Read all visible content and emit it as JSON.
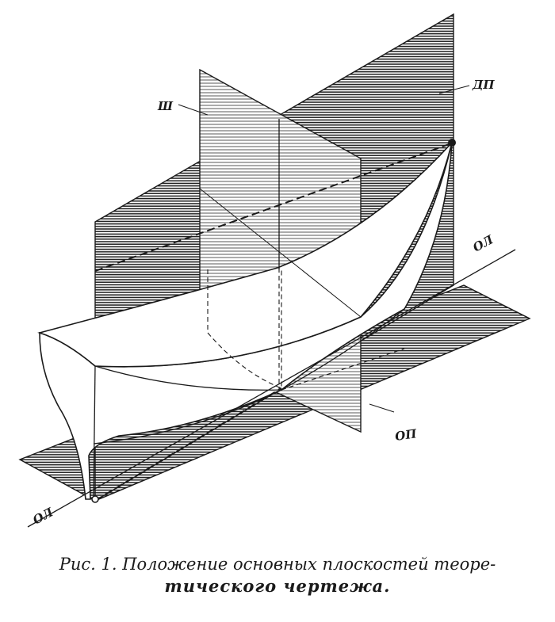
{
  "labels": {
    "frame": "Ш",
    "diametral_plane": "ДП",
    "baseline_left": "ОЛ",
    "baseline_right": "ОЛ",
    "main_plane": "ОП"
  },
  "caption": {
    "line1": "Рис. 1. Положение основных плоскостей теоре-",
    "line2": "тического чертежа."
  },
  "colors": {
    "ink": "#1a1a1a",
    "paper": "#ffffff"
  }
}
